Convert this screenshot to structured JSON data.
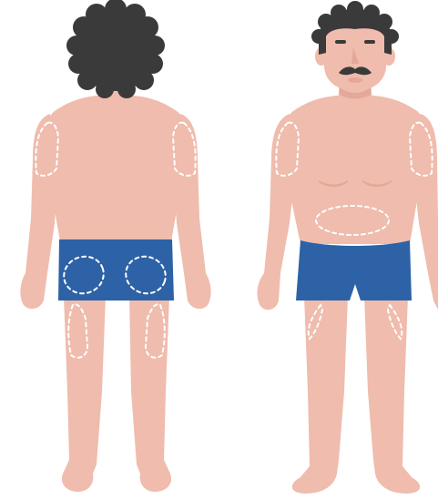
{
  "colors": {
    "skin": "#efbcad",
    "skin_shadow": "#e4a898",
    "hair": "#3a3a3a",
    "shorts": "#2d62a6",
    "marker": "#ffffff",
    "background": "#ffffff"
  },
  "figures": [
    {
      "view": "back",
      "zones": [
        "left-upper-arm",
        "right-upper-arm",
        "left-buttock",
        "right-buttock",
        "left-thigh",
        "right-thigh"
      ]
    },
    {
      "view": "front",
      "zones": [
        "left-upper-arm",
        "right-upper-arm",
        "abdomen",
        "left-inner-thigh",
        "right-inner-thigh"
      ]
    }
  ]
}
